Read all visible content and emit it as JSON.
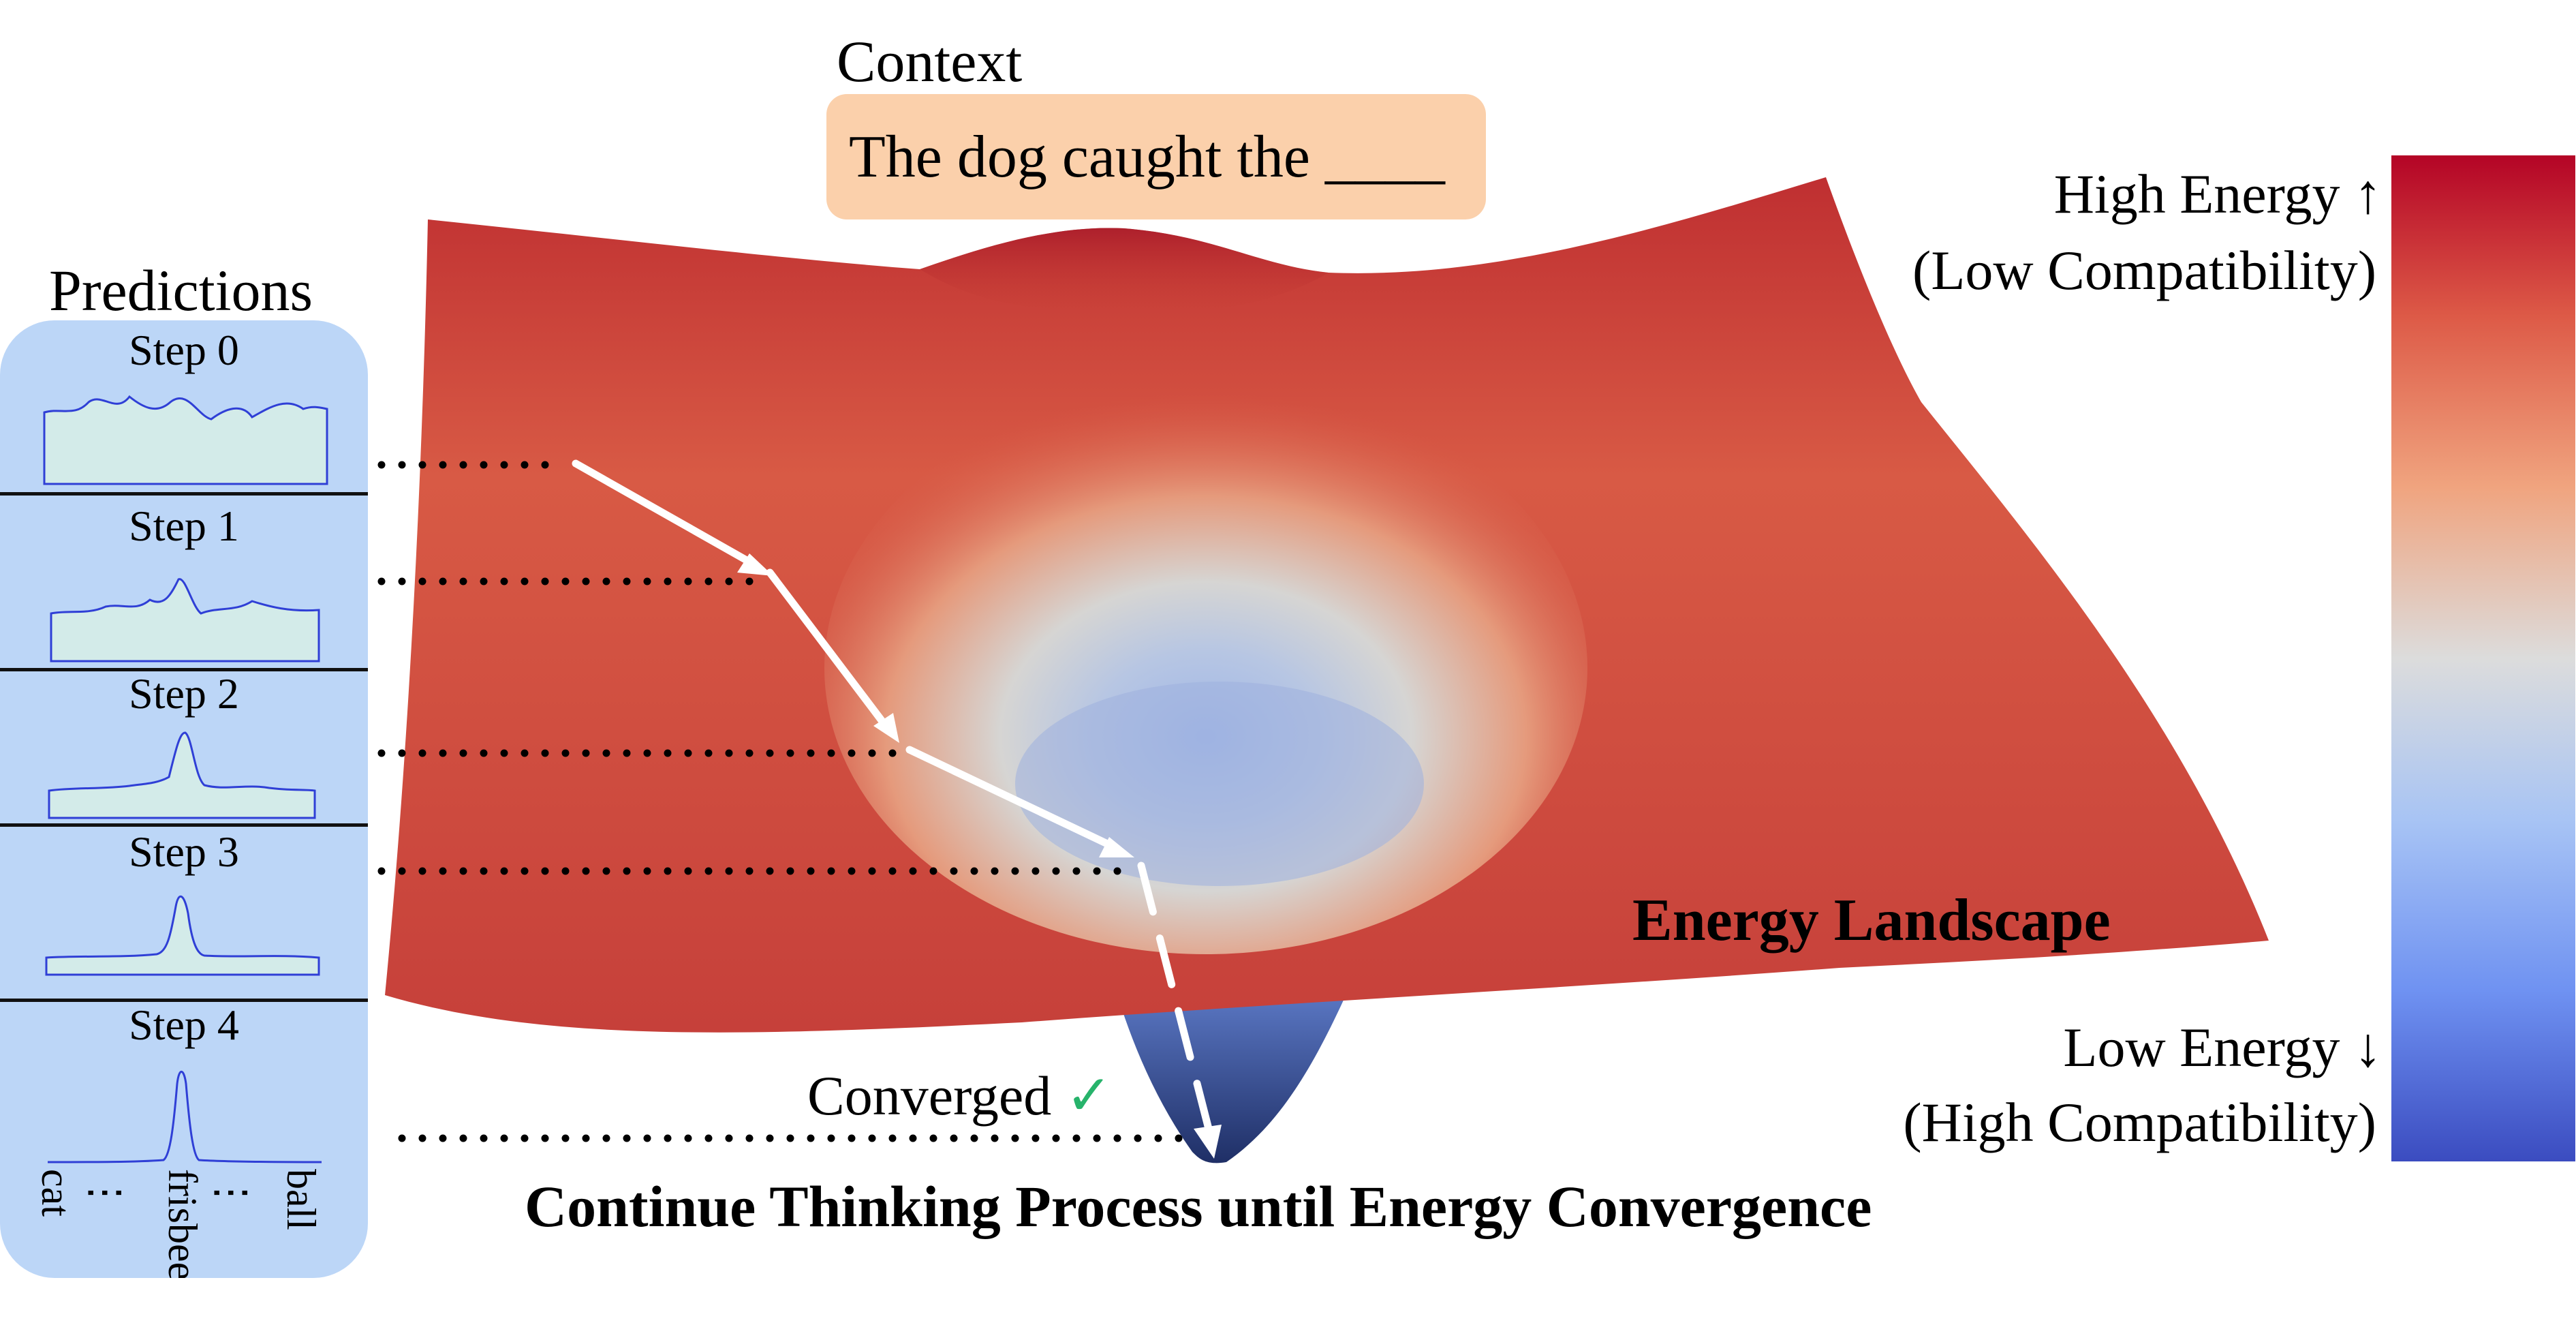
{
  "context": {
    "title": "Context",
    "text": "The dog caught the ____"
  },
  "predictions": {
    "title": "Predictions",
    "steps": [
      {
        "label": "Step 0"
      },
      {
        "label": "Step 1"
      },
      {
        "label": "Step 2"
      },
      {
        "label": "Step 3"
      },
      {
        "label": "Step 4"
      }
    ],
    "tick_labels": {
      "left": "cat",
      "dots_left": "⋮",
      "center": "frisbee",
      "dots_right": "⋮",
      "right": "ball"
    }
  },
  "colorbar": {
    "high_line1": "High Energy ↑",
    "high_line2": "(Low Compatibility)",
    "low_line1": "Low Energy ↓",
    "low_line2": "(High Compatibility)",
    "colors": [
      "#b40426",
      "#f0a47f",
      "#dcdcdc",
      "#6f92f2",
      "#3b4cc0"
    ]
  },
  "landscape_label": "Energy Landscape",
  "converged": {
    "text": "Converged",
    "check": "✓"
  },
  "bottom_title": "Continue Thinking Process until Energy Convergence"
}
